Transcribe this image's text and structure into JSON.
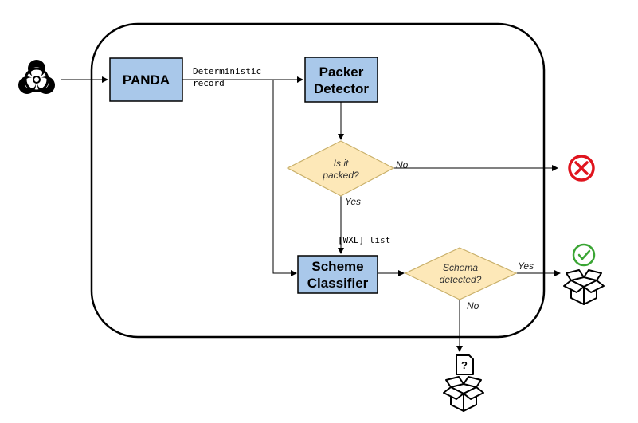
{
  "nodes": {
    "panda": "PANDA",
    "packer_detector": [
      "Packer",
      "Detector"
    ],
    "is_packed": [
      "Is it",
      "packed?"
    ],
    "scheme_classifier": [
      "Scheme",
      "Classifier"
    ],
    "schema_detected": [
      "Schema",
      "detected?"
    ]
  },
  "edges": {
    "deterministic_record": [
      "Deterministic",
      "record"
    ],
    "packed_no": "No",
    "packed_yes": "Yes",
    "wxl_list": "[WXL] list",
    "schema_yes": "Yes",
    "schema_no": "No"
  },
  "icons": {
    "input": "biohazard-icon",
    "rejected": "red-x-circle-icon",
    "success_check": "green-check-circle-icon",
    "success_box": "open-box-icon",
    "unknown_doc": "question-document-icon",
    "unknown_box": "open-box-icon"
  },
  "colors": {
    "process_fill": "#a9c8ea",
    "process_stroke": "#000000",
    "decision_fill": "#fde8b8",
    "decision_stroke": "#c9b06a",
    "reject": "#e0141e",
    "accept": "#3aa534",
    "frame": "#000000"
  }
}
